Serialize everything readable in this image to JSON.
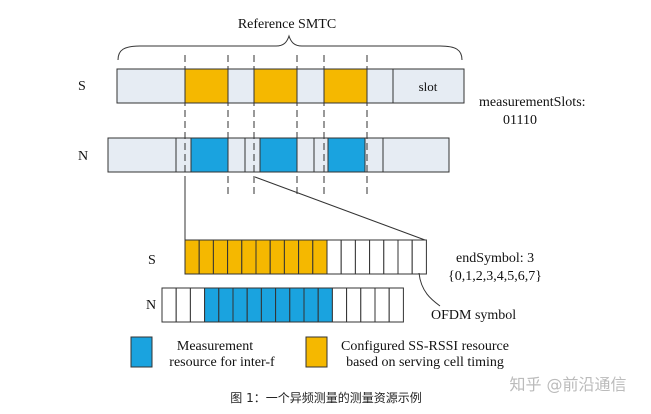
{
  "title": "Reference SMTC",
  "rows": {
    "s_label": "S",
    "n_label": "N",
    "slot_label": "slot"
  },
  "measurement_slots": {
    "label": "measurementSlots:",
    "value": "01110"
  },
  "zoom": {
    "s_label": "S",
    "n_label": "N",
    "end_symbol_label": "endSymbol: 3",
    "end_symbol_set": "{0,1,2,3,4,5,6,7}",
    "ofdm_symbol_label": "OFDM symbol"
  },
  "legend": {
    "blue_line1": "Measurement",
    "blue_line2": "resource for inter-f",
    "orange_line1": "Configured SS-RSSI resource",
    "orange_line2": "based on serving cell timing"
  },
  "caption": "图 1：一个异频测量的测量资源示例",
  "watermark": "知乎 @前沿通信",
  "colors": {
    "orange": "#F5B800",
    "blue": "#1AA3DF",
    "gray_fill": "#E6ECF3",
    "line": "#333333"
  }
}
